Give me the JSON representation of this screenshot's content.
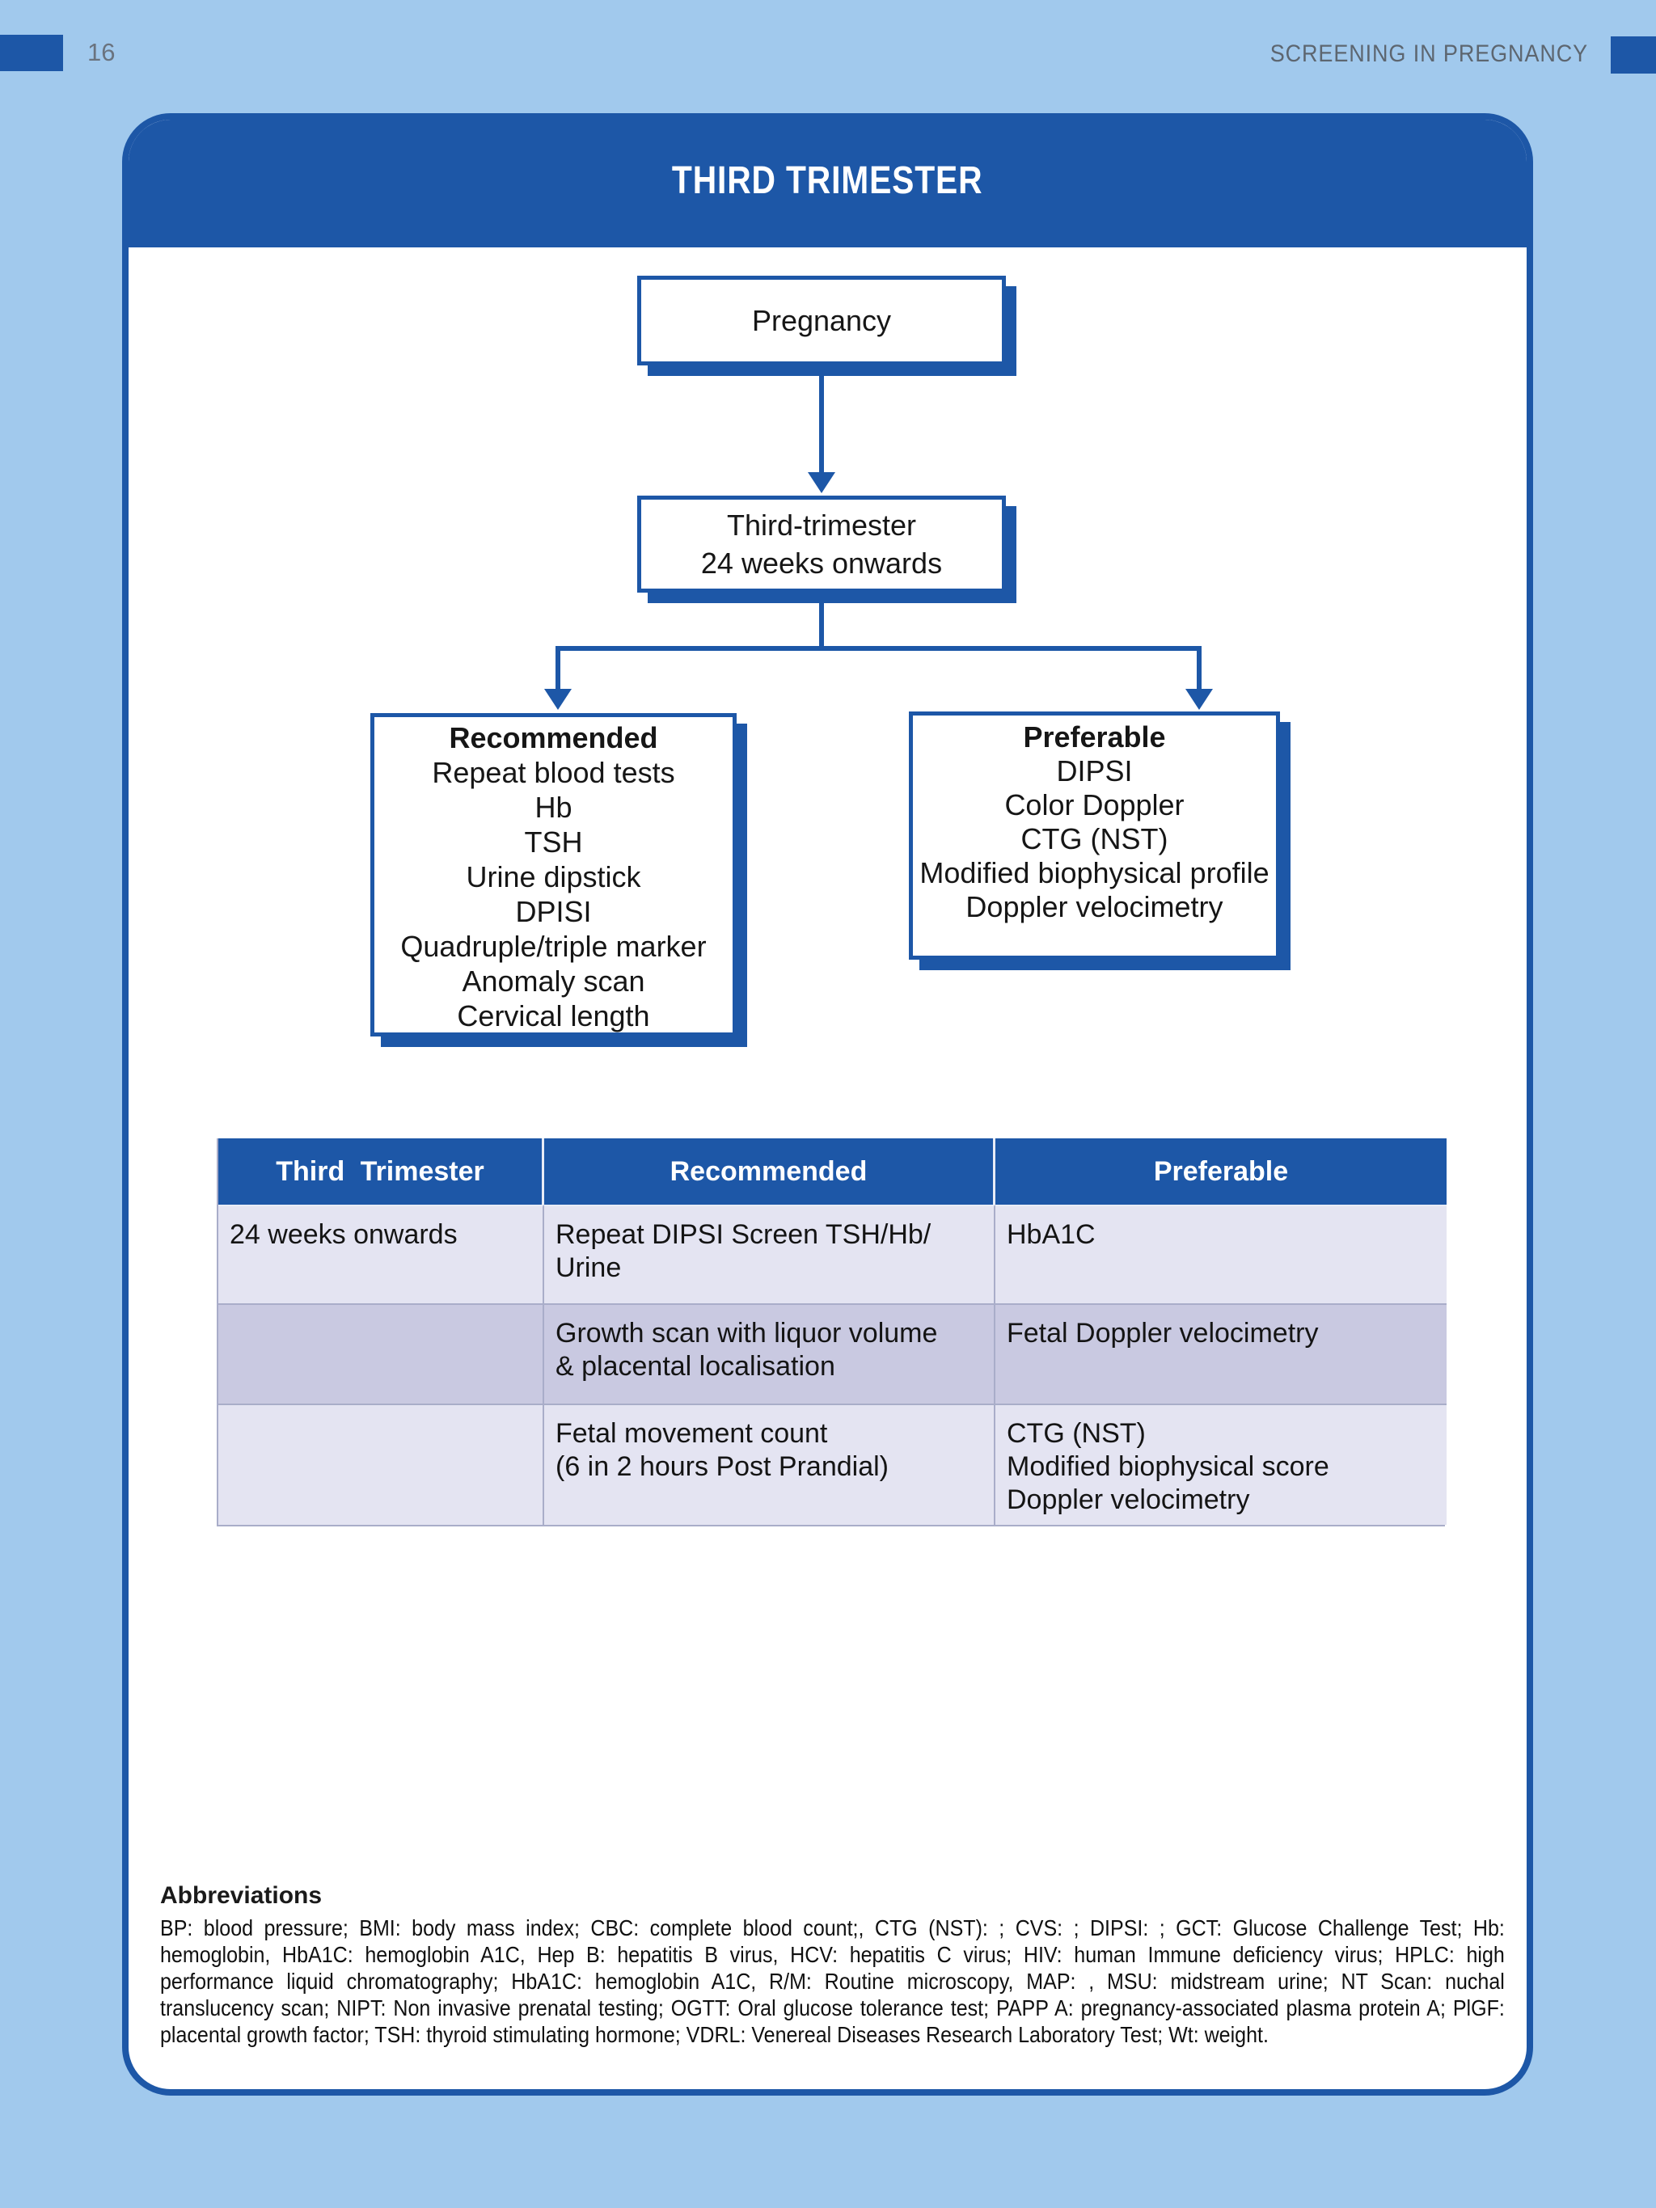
{
  "page": {
    "number": "16",
    "running_header": "SCREENING IN PREGNANCY"
  },
  "card": {
    "title": "THIRD TRIMESTER"
  },
  "flowchart": {
    "pregnancy": "Pregnancy",
    "third_trimester": "Third-trimester\n24 weeks onwards",
    "recommended": {
      "title": "Recommended",
      "items": [
        "Repeat blood tests",
        "Hb",
        "TSH",
        "Urine dipstick",
        "DPISI",
        "Quadruple/triple marker",
        "Anomaly scan",
        "Cervical length"
      ]
    },
    "preferable": {
      "title": "Preferable",
      "items": [
        "DIPSI",
        "Color Doppler",
        "CTG (NST)",
        "Modified biophysical profile",
        "Doppler velocimetry"
      ]
    }
  },
  "table": {
    "headers": [
      "Third  Trimester",
      "Recommended",
      "Preferable"
    ],
    "rows": [
      {
        "trimester": "24 weeks onwards",
        "recommended": "Repeat DIPSI Screen TSH/Hb/\nUrine",
        "preferable": "HbA1C"
      },
      {
        "trimester": "",
        "recommended": "Growth scan with liquor volume\n& placental localisation",
        "preferable": "Fetal Doppler velocimetry"
      },
      {
        "trimester": "",
        "recommended": "Fetal movement count\n(6 in 2 hours Post Prandial)",
        "preferable": "CTG (NST)\nModified biophysical score\nDoppler velocimetry"
      }
    ]
  },
  "abbreviations": {
    "title": "Abbreviations",
    "text": "BP: blood pressure; BMI: body mass index; CBC: complete blood count;, CTG (NST): ; CVS: ;  DIPSI: ; GCT: Glucose Challenge Test; Hb:  hemoglobin, HbA1C: hemoglobin A1C, Hep B: hepatitis B virus, HCV: hepatitis C virus; HIV: human Immune deficiency virus; HPLC: high performance liquid chromatography; HbA1C: hemoglobin A1C, R/M: Routine microscopy, MAP: , MSU: midstream urine; NT Scan: nuchal translucency scan;  NIPT: Non invasive prenatal testing; OGTT: Oral glucose tolerance test; PAPP A: pregnancy-associated plasma protein A; PlGF: placental growth factor; TSH: thyroid stimulating hormone; VDRL: Venereal Diseases Research Laboratory Test; Wt: weight."
  },
  "colors": {
    "accent_blue": "#1D57A7",
    "page_background": "#A1C9ED",
    "table_row_light": "#E4E4F2",
    "table_row_dark": "#C9C9E1",
    "header_text_gray": "#5d6670"
  }
}
